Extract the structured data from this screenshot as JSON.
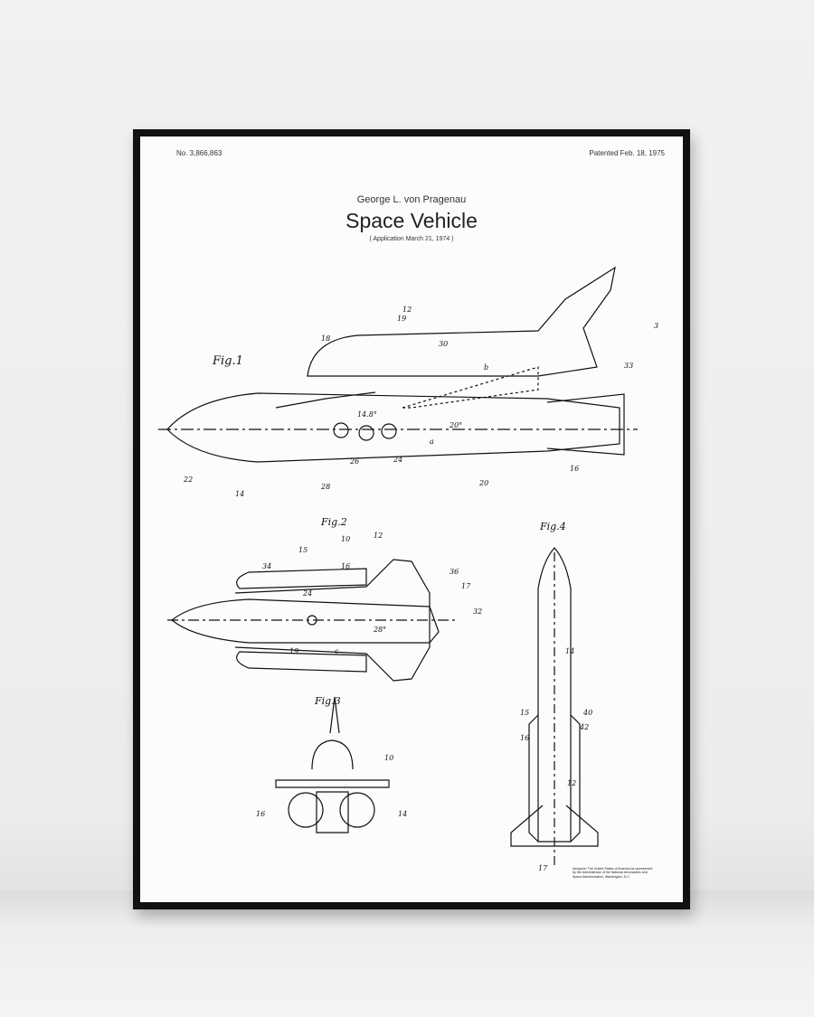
{
  "poster": {
    "patent_number": "No. 3,866,863",
    "patent_date": "Patented Feb. 18, 1975",
    "inventor": "George L. von Pragenau",
    "title": "Space Vehicle",
    "application": "( Application  March 21, 1974 )",
    "assignee": "Assignee: The United States of America as represented by the Administrator of the National Aeronautics and Space Administration, Washington, D.C.",
    "figures": {
      "fig1": {
        "label": "Fig.1",
        "refs": [
          "12",
          "19",
          "18",
          "3",
          "30",
          "33",
          "b",
          "14.8°",
          "20°",
          "a",
          "26",
          "24",
          "22",
          "14",
          "28",
          "20",
          "16"
        ]
      },
      "fig2": {
        "label": "Fig.2",
        "refs": [
          "10",
          "12",
          "15",
          "34",
          "16",
          "36",
          "17",
          "24",
          "32",
          "28°",
          "19",
          "c"
        ]
      },
      "fig3": {
        "label": "Fig.3",
        "refs": [
          "10",
          "16",
          "14"
        ]
      },
      "fig4": {
        "label": "Fig.4",
        "refs": [
          "14",
          "15",
          "40",
          "42",
          "16",
          "12",
          "17"
        ]
      }
    }
  }
}
